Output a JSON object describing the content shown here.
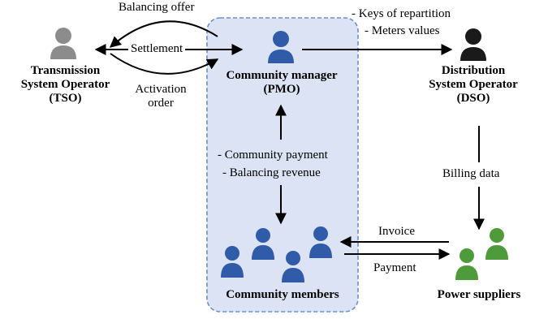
{
  "actors": {
    "tso": {
      "line1": "Transmission",
      "line2": "System Operator",
      "line3": "(TSO)",
      "icon": "person-icon",
      "color": "#8c8c8c"
    },
    "pmo": {
      "line1": "Community manager",
      "line2": "(PMO)",
      "icon": "person-icon",
      "color": "#2f5ba8"
    },
    "dso": {
      "line1": "Distribution",
      "line2": "System Operator",
      "line3": "(DSO)",
      "icon": "person-icon",
      "color": "#1a1a1a"
    },
    "members": {
      "label": "Community members",
      "icon": "person-group-icon",
      "color": "#2f5ba8"
    },
    "suppliers": {
      "label": "Power suppliers",
      "icon": "person-group-icon",
      "color": "#4f9a3a"
    }
  },
  "flows": {
    "balancing_offer": "Balancing offer",
    "settlement": "Settlement",
    "activation_line1": "Activation",
    "activation_line2": "order",
    "dso_line1": "- Keys of repartition",
    "dso_line2": "- Meters values",
    "community_line1": "- Community payment",
    "community_line2": "- Balancing revenue",
    "billing_data": "Billing data",
    "invoice": "Invoice",
    "payment": "Payment"
  },
  "community_box": {
    "fill": "#dbe3f4",
    "border": "#6b8fd0"
  }
}
